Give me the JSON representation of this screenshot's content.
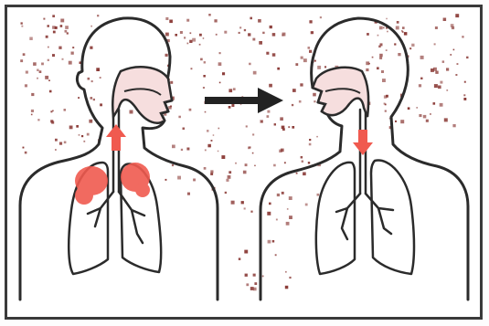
{
  "figure": {
    "panels": [
      {
        "name": "infected-person",
        "state": "exhaling"
      },
      {
        "name": "exposed-person",
        "state": "inhaling"
      }
    ],
    "arrow_direction": "right",
    "colors": {
      "outline": "#2b2b2b",
      "droplet": "#8a3a36",
      "infection": "#f05a4f",
      "airway_fill": "#f6dede",
      "arrow": "#222222",
      "frame": "#3a3a3a"
    }
  }
}
